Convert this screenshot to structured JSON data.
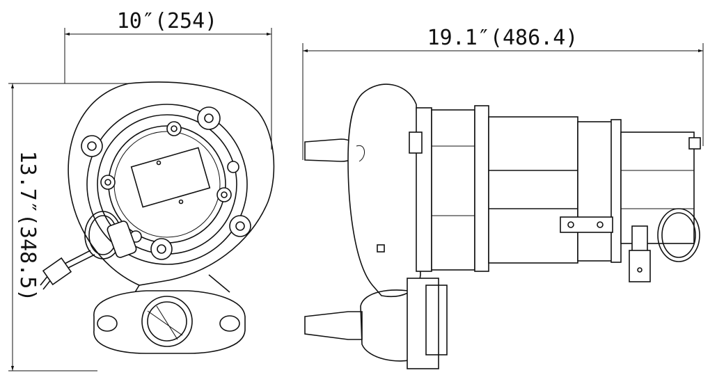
{
  "dimensions": {
    "top_view_width": "10″(254)",
    "top_view_height": "13.7″(348.5)",
    "side_view_length": "19.1″(486.4)"
  },
  "views": {
    "top_view": "top-view",
    "side_view": "side-view"
  }
}
